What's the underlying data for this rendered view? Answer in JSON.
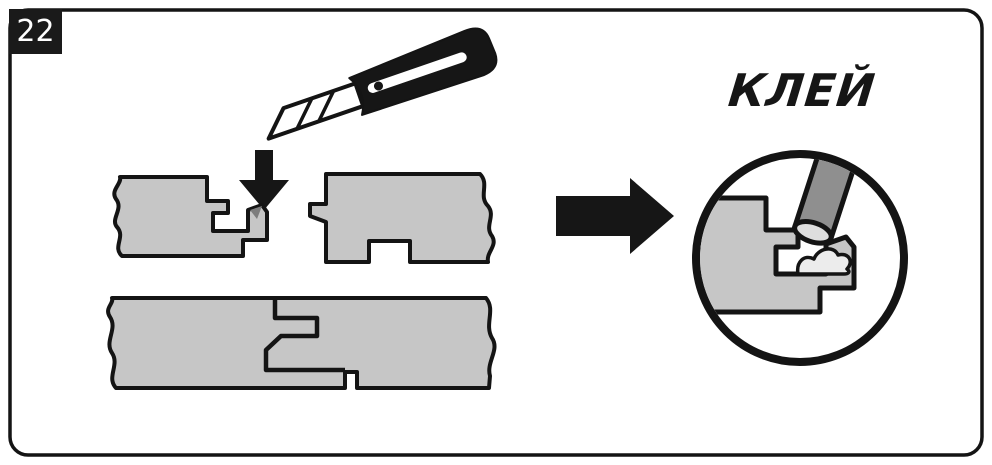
{
  "panel": {
    "step_number": "22",
    "glue_label": "КЛЕЙ"
  },
  "colors": {
    "background": "#ffffff",
    "outline": "#141414",
    "board_fill": "#c6c6c6",
    "cut_marker_fill": "#7d7d7d",
    "nozzle_fill": "#8f8f8f",
    "nozzle_tip_fill": "#dedede",
    "glue_fill": "#ececec",
    "badge_bg": "#1a1a1a",
    "badge_text": "#ffffff",
    "arrow_fill": "#161616"
  },
  "icons": {
    "knife": "utility-knife-icon",
    "cut_arrow": "down-arrow-icon",
    "flow_arrow": "right-arrow-icon",
    "glue_nozzle": "glue-nozzle-icon",
    "glue_detail": "glue-detail-circle"
  }
}
